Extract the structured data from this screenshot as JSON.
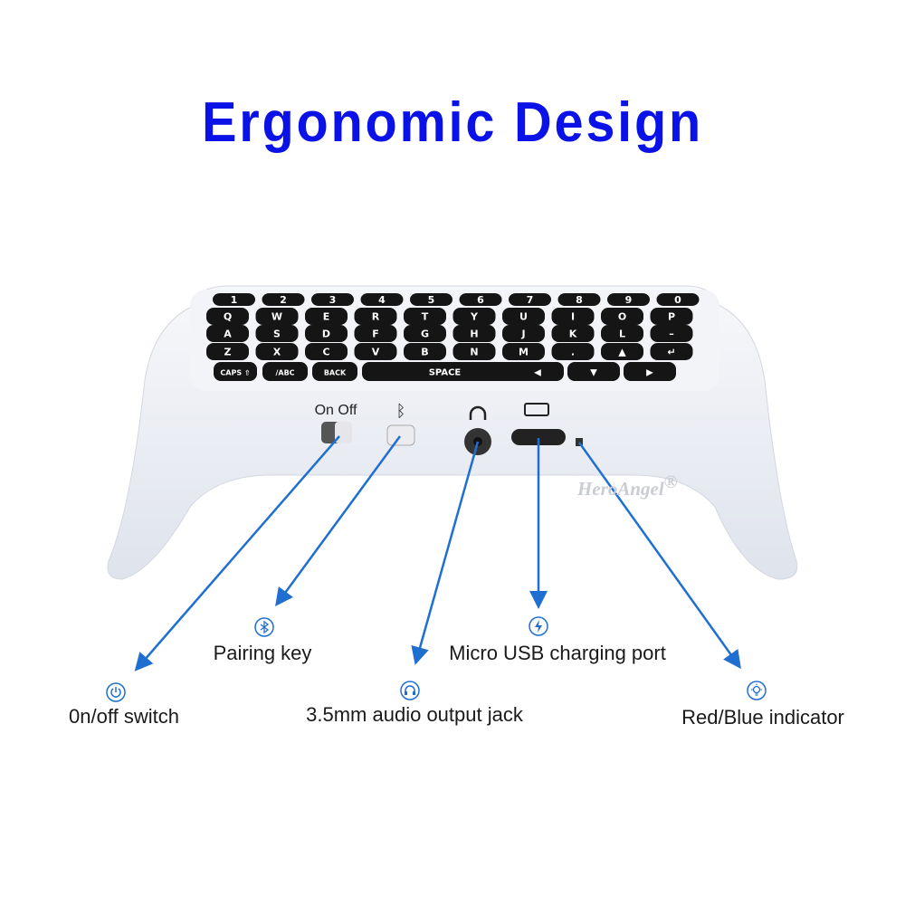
{
  "title": "Ergonomic Design",
  "watermark": "HeroAngel",
  "watermark_mark": "®",
  "device": {
    "switch_label": "On Off",
    "keyboard": {
      "rows": [
        [
          "1",
          "2",
          "3",
          "4",
          "5",
          "6",
          "7",
          "8",
          "9",
          "0"
        ],
        [
          "Q",
          "W",
          "E",
          "R",
          "T",
          "Y",
          "U",
          "I",
          "O",
          "P"
        ],
        [
          "A",
          "S",
          "D",
          "F",
          "G",
          "H",
          "J",
          "K",
          "L",
          "–"
        ],
        [
          "Z",
          "X",
          "C",
          "V",
          "B",
          "N",
          "M",
          ".",
          "▲",
          "↵"
        ]
      ],
      "bottom_row": [
        "CAPS ⇧",
        "/ABC",
        "BACK",
        "SPACE",
        "◀",
        "▼",
        "▶"
      ]
    }
  },
  "callouts": [
    {
      "id": "onoff",
      "icon": "power-icon",
      "label": "0n/off switch"
    },
    {
      "id": "pairing",
      "icon": "bluetooth-icon",
      "label": "Pairing key"
    },
    {
      "id": "audio",
      "icon": "headphones-icon",
      "label": "3.5mm audio output jack"
    },
    {
      "id": "usb",
      "icon": "lightning-icon",
      "label": "Micro USB charging port"
    },
    {
      "id": "indicator",
      "icon": "bulb-icon",
      "label": "Red/Blue indicator"
    }
  ],
  "colors": {
    "title": "#0b12e8",
    "arrow": "#1f6fd0",
    "key": "#151515",
    "body": "#eef0f5"
  }
}
